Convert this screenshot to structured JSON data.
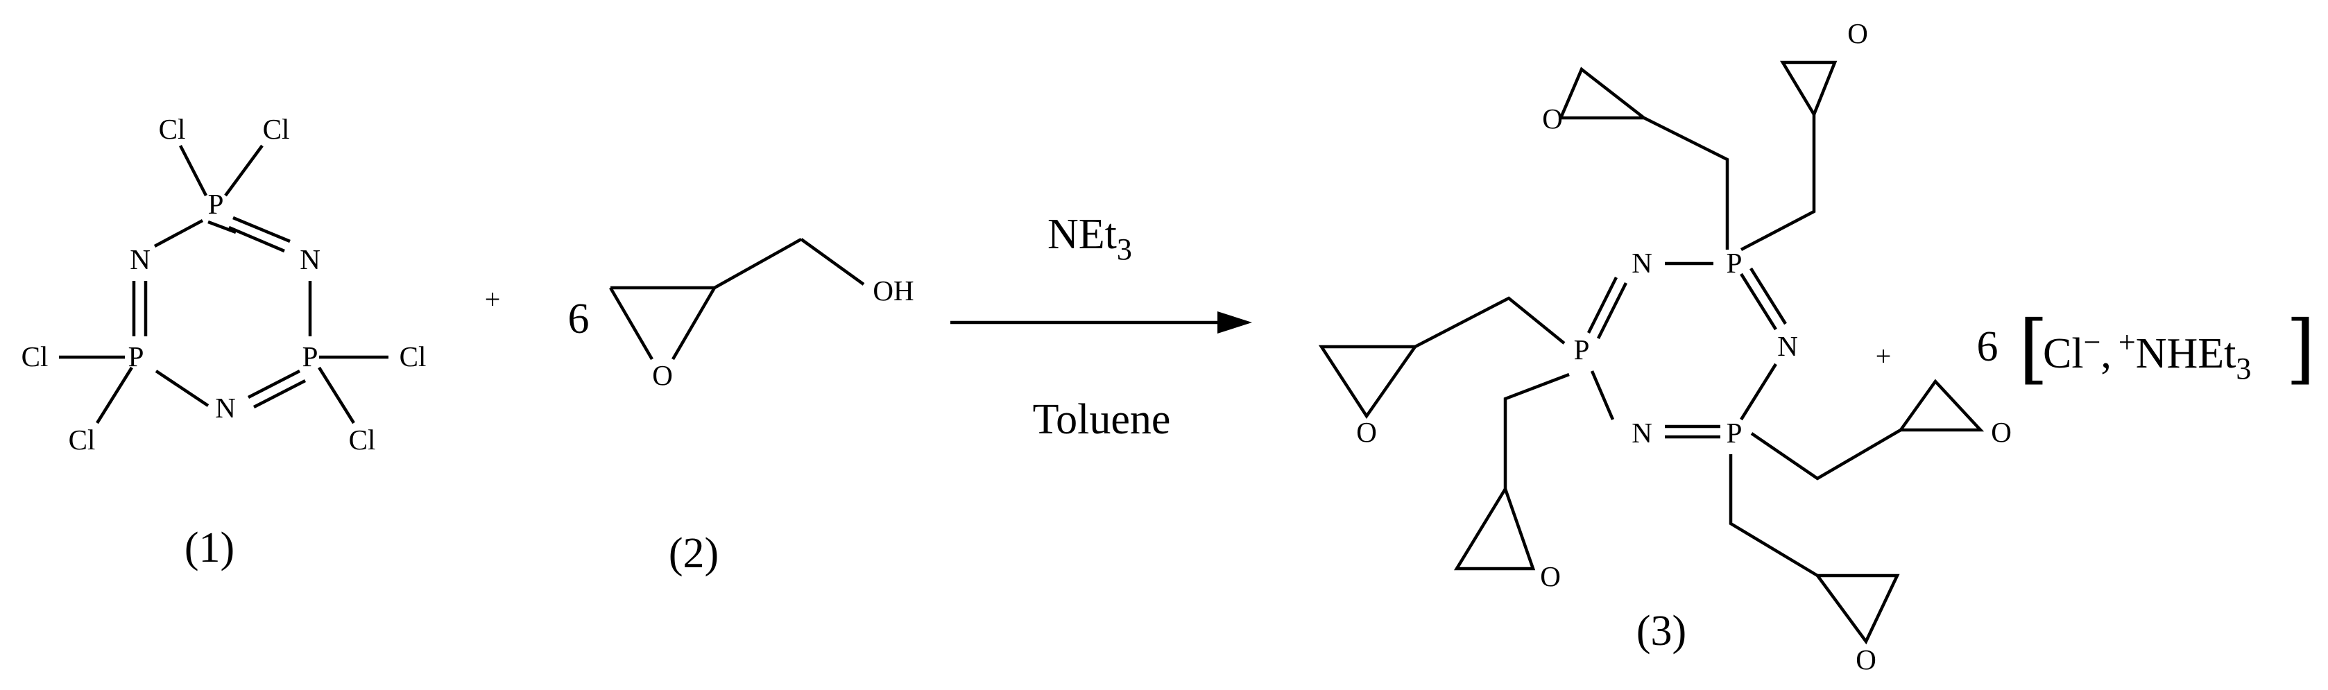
{
  "scheme": {
    "atoms": {
      "P": "P",
      "N": "N",
      "Cl": "Cl",
      "O": "O",
      "OH": "OH"
    },
    "plus": "+",
    "coefficients": {
      "glycidol": "6",
      "salt": "6"
    },
    "labels": {
      "reactant1": "(1)",
      "reactant2": "(2)",
      "product": "(3)"
    },
    "reagent": {
      "base": "NEt",
      "base_sub": "3",
      "solvent": "Toluene"
    },
    "byproduct": {
      "anion": "Cl",
      "anion_charge": "−",
      "separator": ",",
      "cation_charge": "+",
      "cation": "NHEt",
      "cation_sub": "3",
      "bracket_open": "[",
      "bracket_close": "]"
    }
  }
}
